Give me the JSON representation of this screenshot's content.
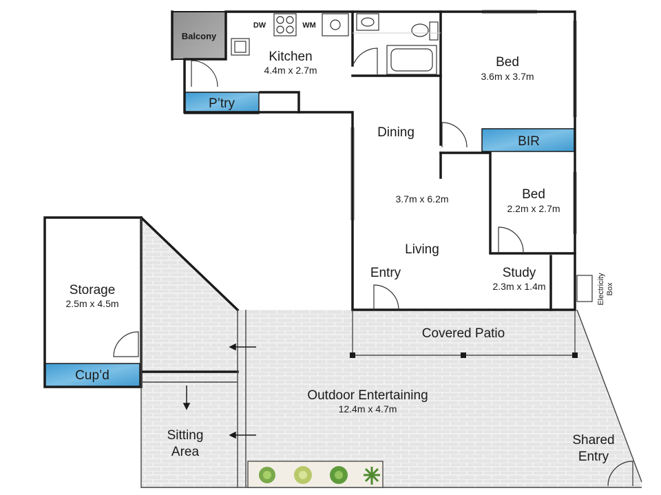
{
  "rooms": {
    "balcony": "Balcony",
    "kitchen": "Kitchen",
    "kitchen_dim": "4.4m x 2.7m",
    "dw": "DW",
    "wm": "WM",
    "pantry": "P’try",
    "bed1": "Bed",
    "bed1_dim": "3.6m x 3.7m",
    "bir": "BIR",
    "dining": "Dining",
    "living_dim": "3.7m x 6.2m",
    "living": "Living",
    "bed2": "Bed",
    "bed2_dim": "2.2m x 2.7m",
    "study": "Study",
    "study_dim": "2.3m x 1.4m",
    "entry": "Entry",
    "electricity": "Electricity",
    "box": "Box",
    "storage": "Storage",
    "storage_dim": "2.5m x 4.5m",
    "cupboard": "Cup’d",
    "covered_patio": "Covered Patio",
    "outdoor": "Outdoor Entertaining",
    "outdoor_dim": "12.4m x 4.7m",
    "sitting1": "Sitting",
    "sitting2": "Area",
    "shared1": "Shared",
    "shared2": "Entry"
  },
  "colors": {
    "wall": "#1a1a1a",
    "paving": "#e6e6e6",
    "storage_blue": "#4ba3d6",
    "balcony_grey": "#9c9c9c",
    "plant_green": "#6a9b3c"
  }
}
